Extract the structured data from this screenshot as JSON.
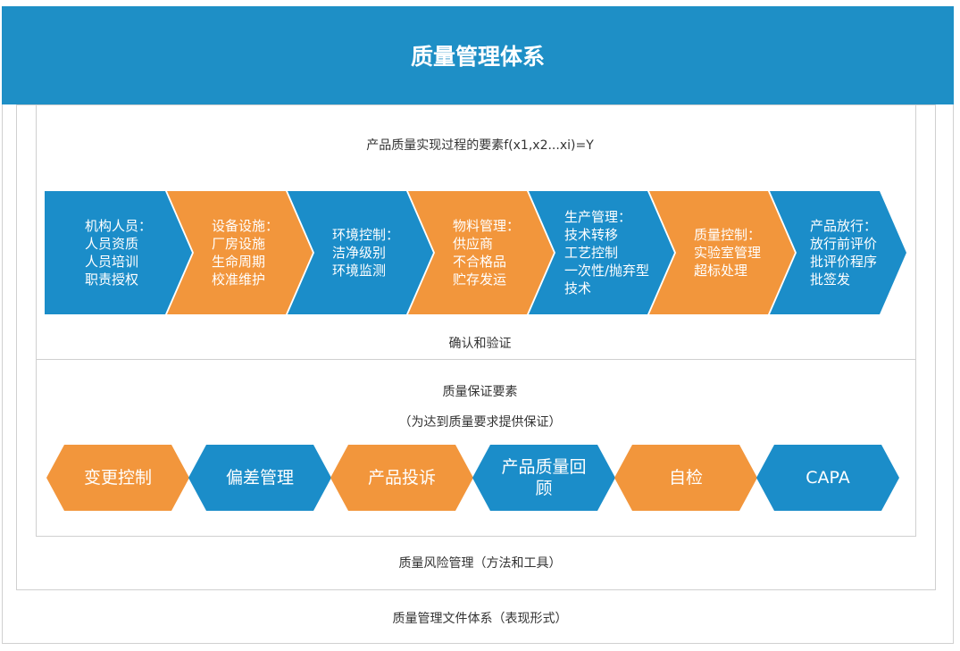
{
  "title": "质量管理体系",
  "process_caption": "产品质量实现过程的要素f(x1,x2...xi)=Y",
  "process_steps": [
    {
      "text": "机构人员：\n人员资质\n人员培训\n职责授权",
      "color": "#1b8dc9"
    },
    {
      "text": "设备设施：\n厂房设施\n生命周期\n校准维护",
      "color": "#f2963c"
    },
    {
      "text": "环境控制：\n洁净级别\n环境监测",
      "color": "#1b8dc9"
    },
    {
      "text": "物料管理：\n供应商\n不合格品\n贮存发运",
      "color": "#f2963c"
    },
    {
      "text": "生产管理：\n技术转移\n工艺控制\n一次性/抛弃型\n技术",
      "color": "#1b8dc9"
    },
    {
      "text": "质量控制：\n实验室管理\n超标处理",
      "color": "#f2963c"
    },
    {
      "text": "产品放行：\n放行前评价\n批评价程序\n批签发",
      "color": "#1b8dc9"
    }
  ],
  "verification_label": "确认和验证",
  "assurance_title": "质量保证要素",
  "assurance_subtitle": "（为达到质量要求提供保证）",
  "assurance_items": [
    {
      "text": "变更控制",
      "color": "#f2963c"
    },
    {
      "text": "偏差管理",
      "color": "#1b8dc9"
    },
    {
      "text": "产品投诉",
      "color": "#f2963c"
    },
    {
      "text": "产品质量回顾",
      "color": "#1b8dc9"
    },
    {
      "text": "自检",
      "color": "#f2963c"
    },
    {
      "text": "CAPA",
      "color": "#1b8dc9"
    }
  ],
  "risk_label": "质量风险管理（方法和工具）",
  "docs_label": "质量管理文件体系（表现形式）"
}
